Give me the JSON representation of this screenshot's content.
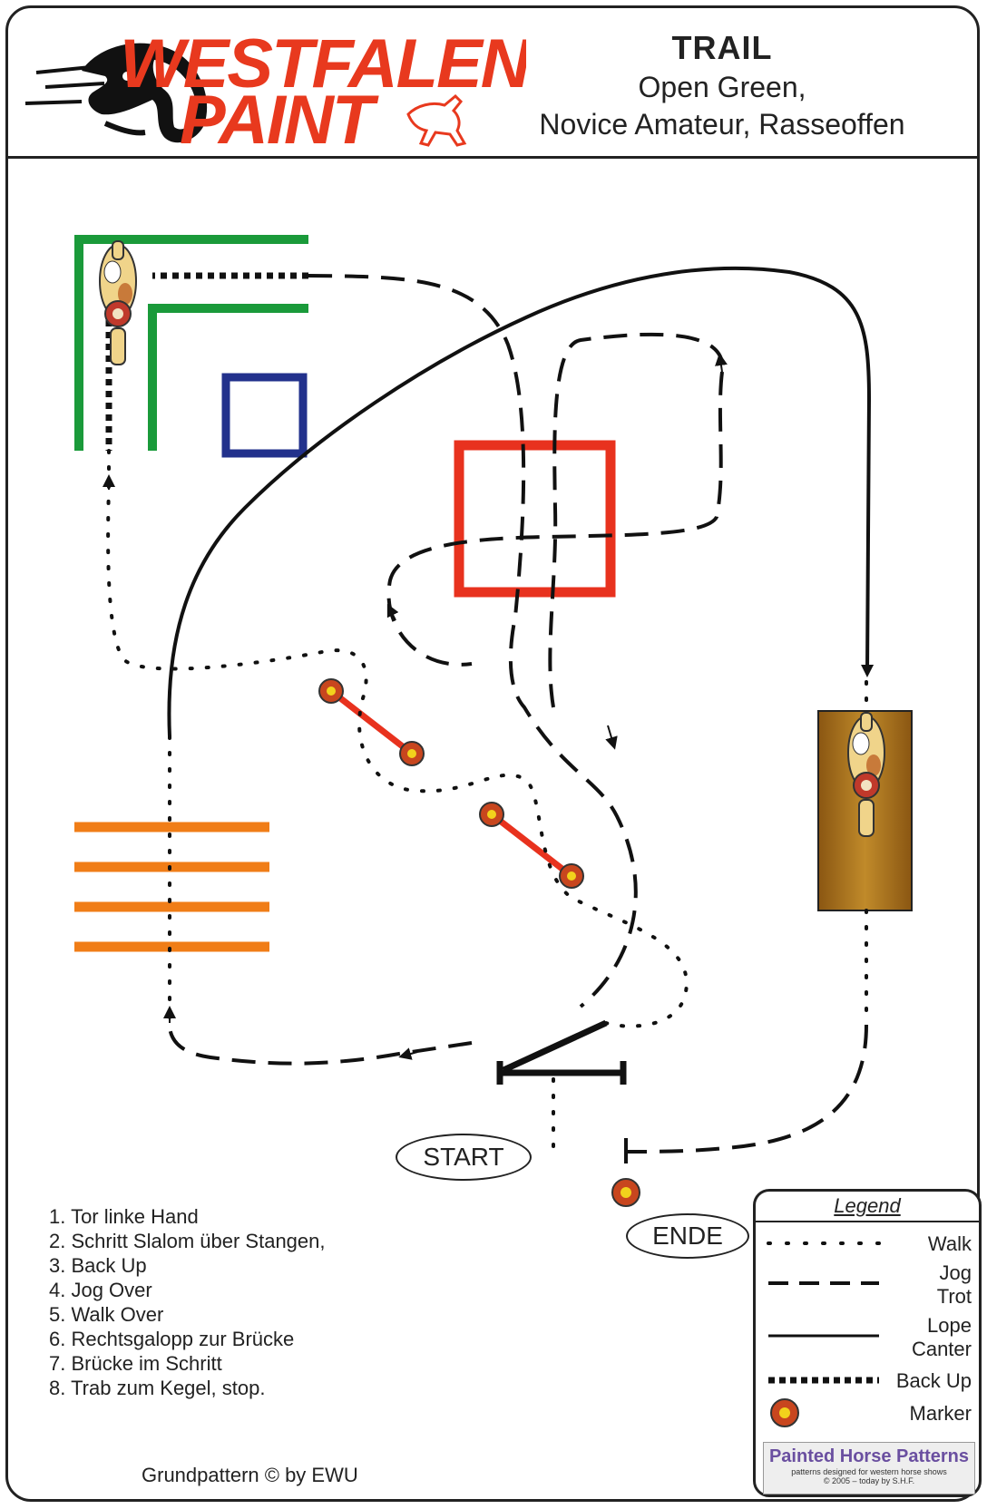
{
  "header": {
    "logo_text_line1": "WESTFALEN",
    "logo_text_line2": "PAINT",
    "title": "TRAIL",
    "subtitle_line1": "Open Green,",
    "subtitle_line2": "Novice Amateur, Rasseoffen"
  },
  "labels": {
    "start": "START",
    "end": "ENDE"
  },
  "steps": [
    "1. Tor linke Hand",
    "2. Schritt Slalom über Stangen,",
    "3. Back Up",
    "4. Jog Over",
    "5. Walk Over",
    "6. Rechtsgalopp zur Brücke",
    "7. Brücke im Schritt",
    "8. Trab zum Kegel, stop."
  ],
  "copyright": "Grundpattern © by EWU",
  "legend": {
    "title": "Legend",
    "items": [
      {
        "label_lines": [
          "Walk"
        ],
        "style": "dotted"
      },
      {
        "label_lines": [
          "Jog",
          "Trot"
        ],
        "style": "dashed"
      },
      {
        "label_lines": [
          "Lope",
          "Canter"
        ],
        "style": "solid"
      },
      {
        "label_lines": [
          "Back Up"
        ],
        "style": "square-dotted"
      },
      {
        "label_lines": [
          "Marker"
        ],
        "style": "marker"
      }
    ],
    "badge": {
      "name": "Painted Horse Patterns",
      "tagline": "patterns designed for western horse shows",
      "credit": "© 2005 – today by S.H.F."
    }
  },
  "colors": {
    "logo_red": "#e8391e",
    "box_green": "#1a9a3a",
    "box_blue": "#22318c",
    "box_red": "#e8321e",
    "poles_orange": "#f07d17",
    "slalom_red": "#e8321e",
    "bridge_brown": "#a06a1e",
    "marker_ring": "#c8461e",
    "marker_center": "#f2d21c"
  },
  "icons": [
    "horse-head-icon",
    "running-horse-icon",
    "horse-topview-icon",
    "cone-marker-icon"
  ]
}
